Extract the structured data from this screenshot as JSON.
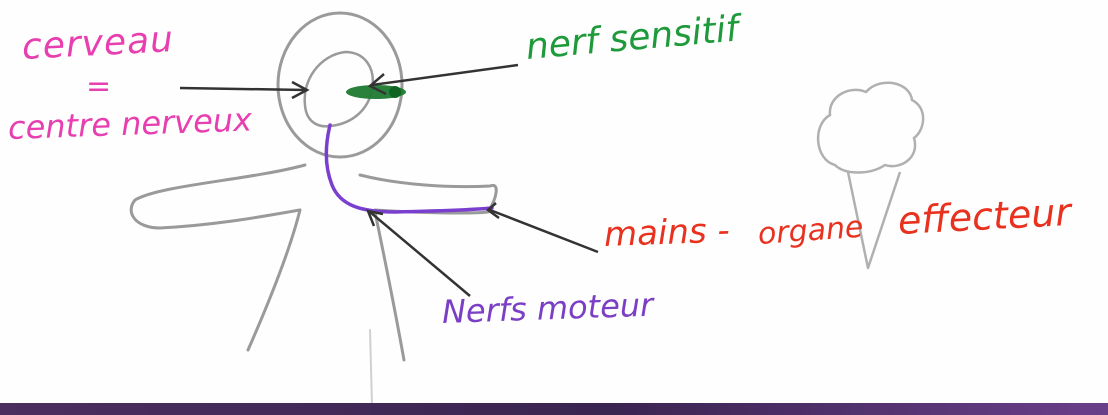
{
  "labels": {
    "brain": "cerveau",
    "equals": "=",
    "nerve_center": "centre nerveux",
    "sensory_nerve": "nerf sensitif",
    "hands": "mains -",
    "organ": "organe",
    "effector": "effecteur",
    "motor_nerves": "Nerfs moteur"
  },
  "colors": {
    "pink_label": "#e83fb0",
    "green_label": "#1f9a3a",
    "red_label": "#e8321f",
    "purple_label": "#7a3fc4",
    "pencil": "#9a9a9a",
    "arrow": "#333333",
    "motor_nerve_line": "#7b3fd0",
    "eye_green": "#1f7a30",
    "bottom_strip": "#4b2f5f"
  }
}
